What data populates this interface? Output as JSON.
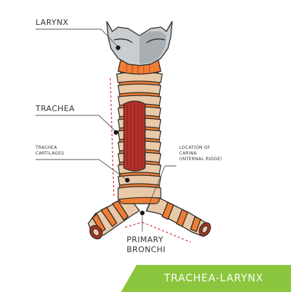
{
  "labels": {
    "larynx": "LARYNX",
    "trachea": "TRACHEA",
    "trachea_cartilages": [
      "TRACHEA",
      "CARTILAGES"
    ],
    "carina": [
      "LOCATION OF",
      "CARINA",
      "(INTERNAL RIDGE)"
    ],
    "primary_bronchi": [
      "PRIMARY",
      "BRONCHI"
    ]
  },
  "banner": {
    "title": "TRACHEA-LARYNX"
  },
  "colors": {
    "thyroid_cartilage": "#c9cdd1",
    "thyroid_shadow": "#a9aeb3",
    "cartilage_ring": "#e8c9a8",
    "cartilage_ring_dark": "#d8b18c",
    "muscle": "#ef7d33",
    "muscle_dark": "#b5341f",
    "trachealis": "#b4302a",
    "outline": "#2b2b2b",
    "dashed_line": "#d0312d",
    "leader_line": "#555555",
    "banner": "#8cc63e"
  }
}
